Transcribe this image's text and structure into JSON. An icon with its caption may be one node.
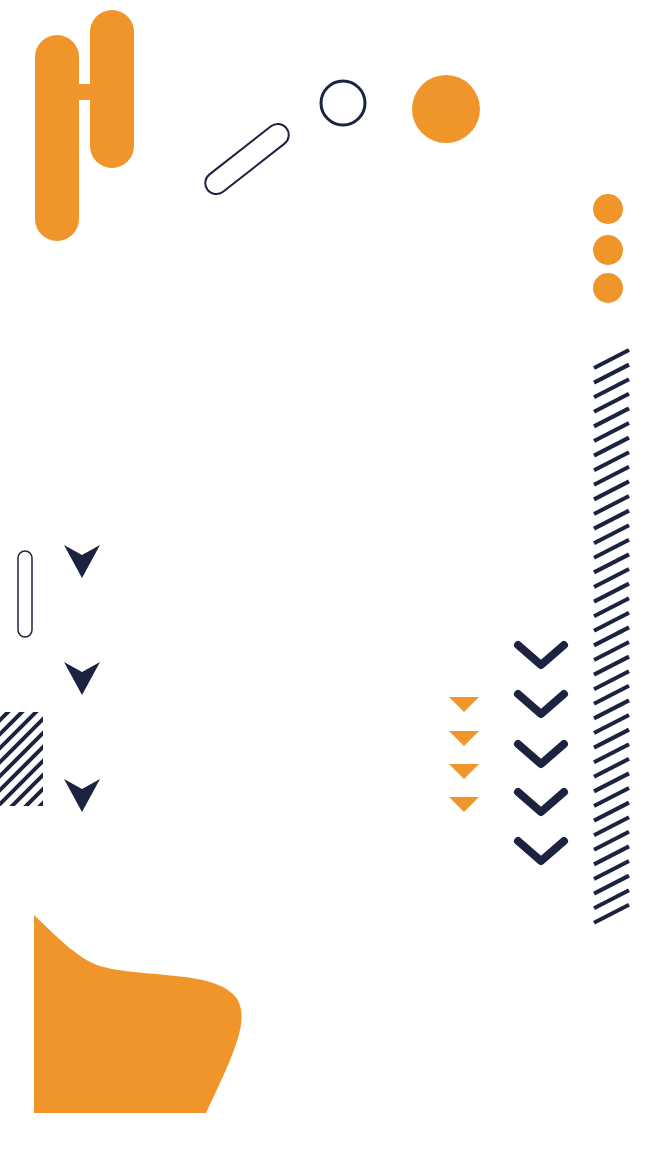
{
  "diagram": {
    "nodes": [
      {
        "text": [],
        "shape": "bar"
      },
      {
        "text": [],
        "shape": "bar"
      },
      {
        "text": [],
        "shape": "blob"
      }
    ]
  }
}
